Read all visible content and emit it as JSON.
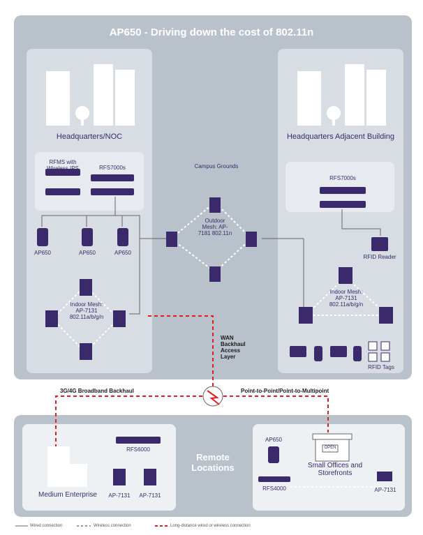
{
  "title": "AP650 - Driving down the cost of 802.11n",
  "hq": {
    "label": "Headquarters/NOC",
    "rfms": "RFMS with Wireless IPS",
    "rfs": "RFS7000s",
    "ap1": "AP650",
    "ap2": "AP650",
    "ap3": "AP650",
    "mesh_label": "Indoor Mesh: AP-7131 802.11a/b/g/n"
  },
  "campus": {
    "label": "Campus Grounds",
    "mesh_label": "Outdoor Mesh: AP-7181 802.11n"
  },
  "adjacent": {
    "label": "Headquarters Adjacent Building",
    "rfs": "RFS7000s",
    "rfid_reader": "RFID Reader",
    "mesh_label": "Indoor Mesh: AP-7131 802.11a/b/g/n",
    "rfid_tags": "RFID Tags"
  },
  "wan": {
    "label": "WAN Backhaul Access Layer",
    "left": "3G/4G Broadband Backhaul",
    "right": "Point-to-Point/Point-to-Multipoint"
  },
  "remote": {
    "label": "Remote Locations",
    "medium": "Medium Enterprise",
    "rfs6000": "RFS6000",
    "ap7131a": "AP-7131",
    "ap7131b": "AP-7131",
    "ap650": "AP650",
    "small": "Small Offices and Storefronts",
    "rfs4000": "RFS4000",
    "ap7131c": "AP-7131",
    "open_sign": "OPEN"
  },
  "legend": {
    "wired": "Wired connection",
    "wireless": "Wireless connection",
    "long": "Long-distance wired or wireless connection"
  },
  "colors": {
    "panel": "#b9c2cb",
    "device": "#3a2a6b",
    "accent": "#e31b23"
  }
}
